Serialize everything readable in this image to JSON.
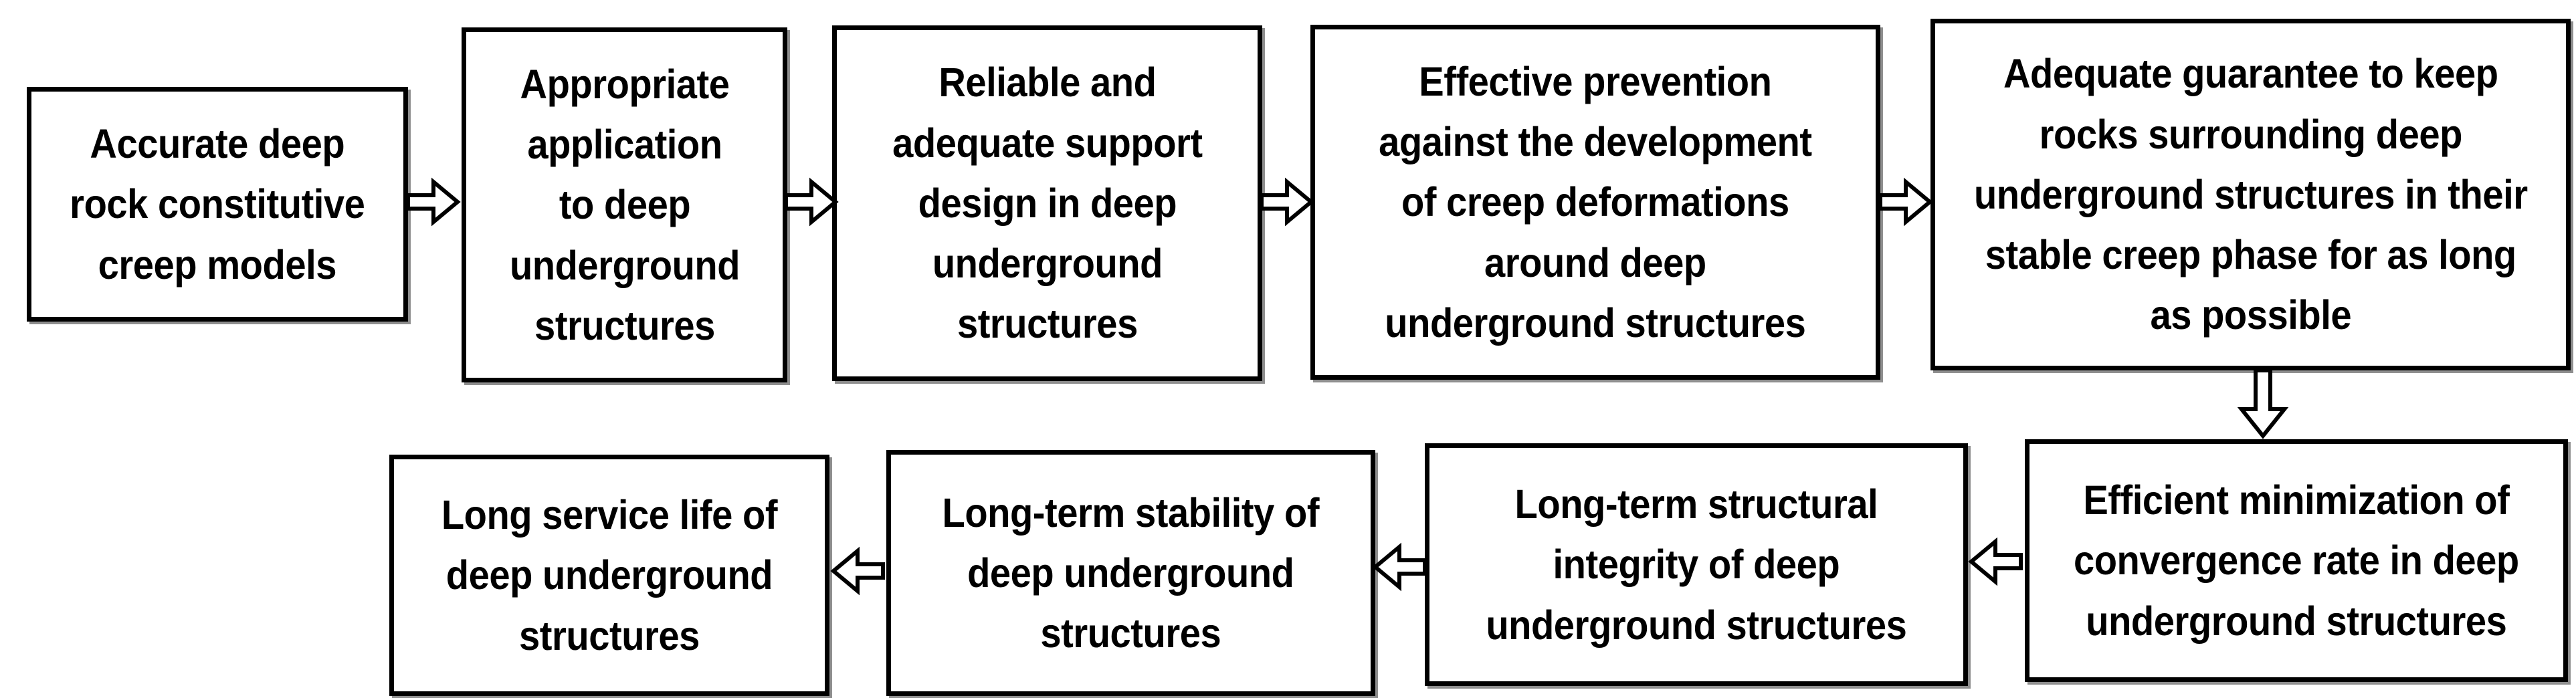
{
  "diagram": {
    "title": "Flowchart of creep-model benefits for deep underground structures",
    "boxes": [
      {
        "name": "accurate-creep-models",
        "text": "Accurate deep\nrock constitutive\ncreep models"
      },
      {
        "name": "appropriate-application",
        "text": "Appropriate\napplication\nto deep\nunderground\nstructures"
      },
      {
        "name": "support-design",
        "text": "Reliable and\nadequate support\ndesign in deep\nunderground\nstructures"
      },
      {
        "name": "creep-prevention",
        "text": "Effective prevention\nagainst the development\nof creep deformations\naround deep\nunderground structures"
      },
      {
        "name": "stable-creep-guarantee",
        "text": "Adequate guarantee to keep\nrocks surrounding deep\nunderground structures in their\nstable creep phase for as long\nas possible"
      },
      {
        "name": "convergence-minimization",
        "text": "Efficient minimization of\nconvergence rate in deep\nunderground structures"
      },
      {
        "name": "structural-integrity",
        "text": "Long-term structural\nintegrity of deep\nunderground structures"
      },
      {
        "name": "long-term-stability",
        "text": "Long-term stability of\ndeep underground\nstructures"
      },
      {
        "name": "long-service-life",
        "text": "Long service life of\ndeep underground\nstructures"
      }
    ],
    "arrows": [
      {
        "name": "arrow-1",
        "direction": "right",
        "from": "accurate-creep-models",
        "to": "appropriate-application"
      },
      {
        "name": "arrow-2",
        "direction": "right",
        "from": "appropriate-application",
        "to": "support-design"
      },
      {
        "name": "arrow-3",
        "direction": "right",
        "from": "support-design",
        "to": "creep-prevention"
      },
      {
        "name": "arrow-4",
        "direction": "right",
        "from": "creep-prevention",
        "to": "stable-creep-guarantee"
      },
      {
        "name": "arrow-5",
        "direction": "down",
        "from": "stable-creep-guarantee",
        "to": "convergence-minimization"
      },
      {
        "name": "arrow-6",
        "direction": "left",
        "from": "convergence-minimization",
        "to": "structural-integrity"
      },
      {
        "name": "arrow-7",
        "direction": "left",
        "from": "structural-integrity",
        "to": "long-term-stability"
      },
      {
        "name": "arrow-8",
        "direction": "left",
        "from": "long-term-stability",
        "to": "long-service-life"
      }
    ],
    "colors": {
      "box_border": "#000000",
      "box_fill": "#ffffff",
      "text": "#000000",
      "shadow": "#8f8f8f",
      "background": "#ffffff"
    }
  }
}
